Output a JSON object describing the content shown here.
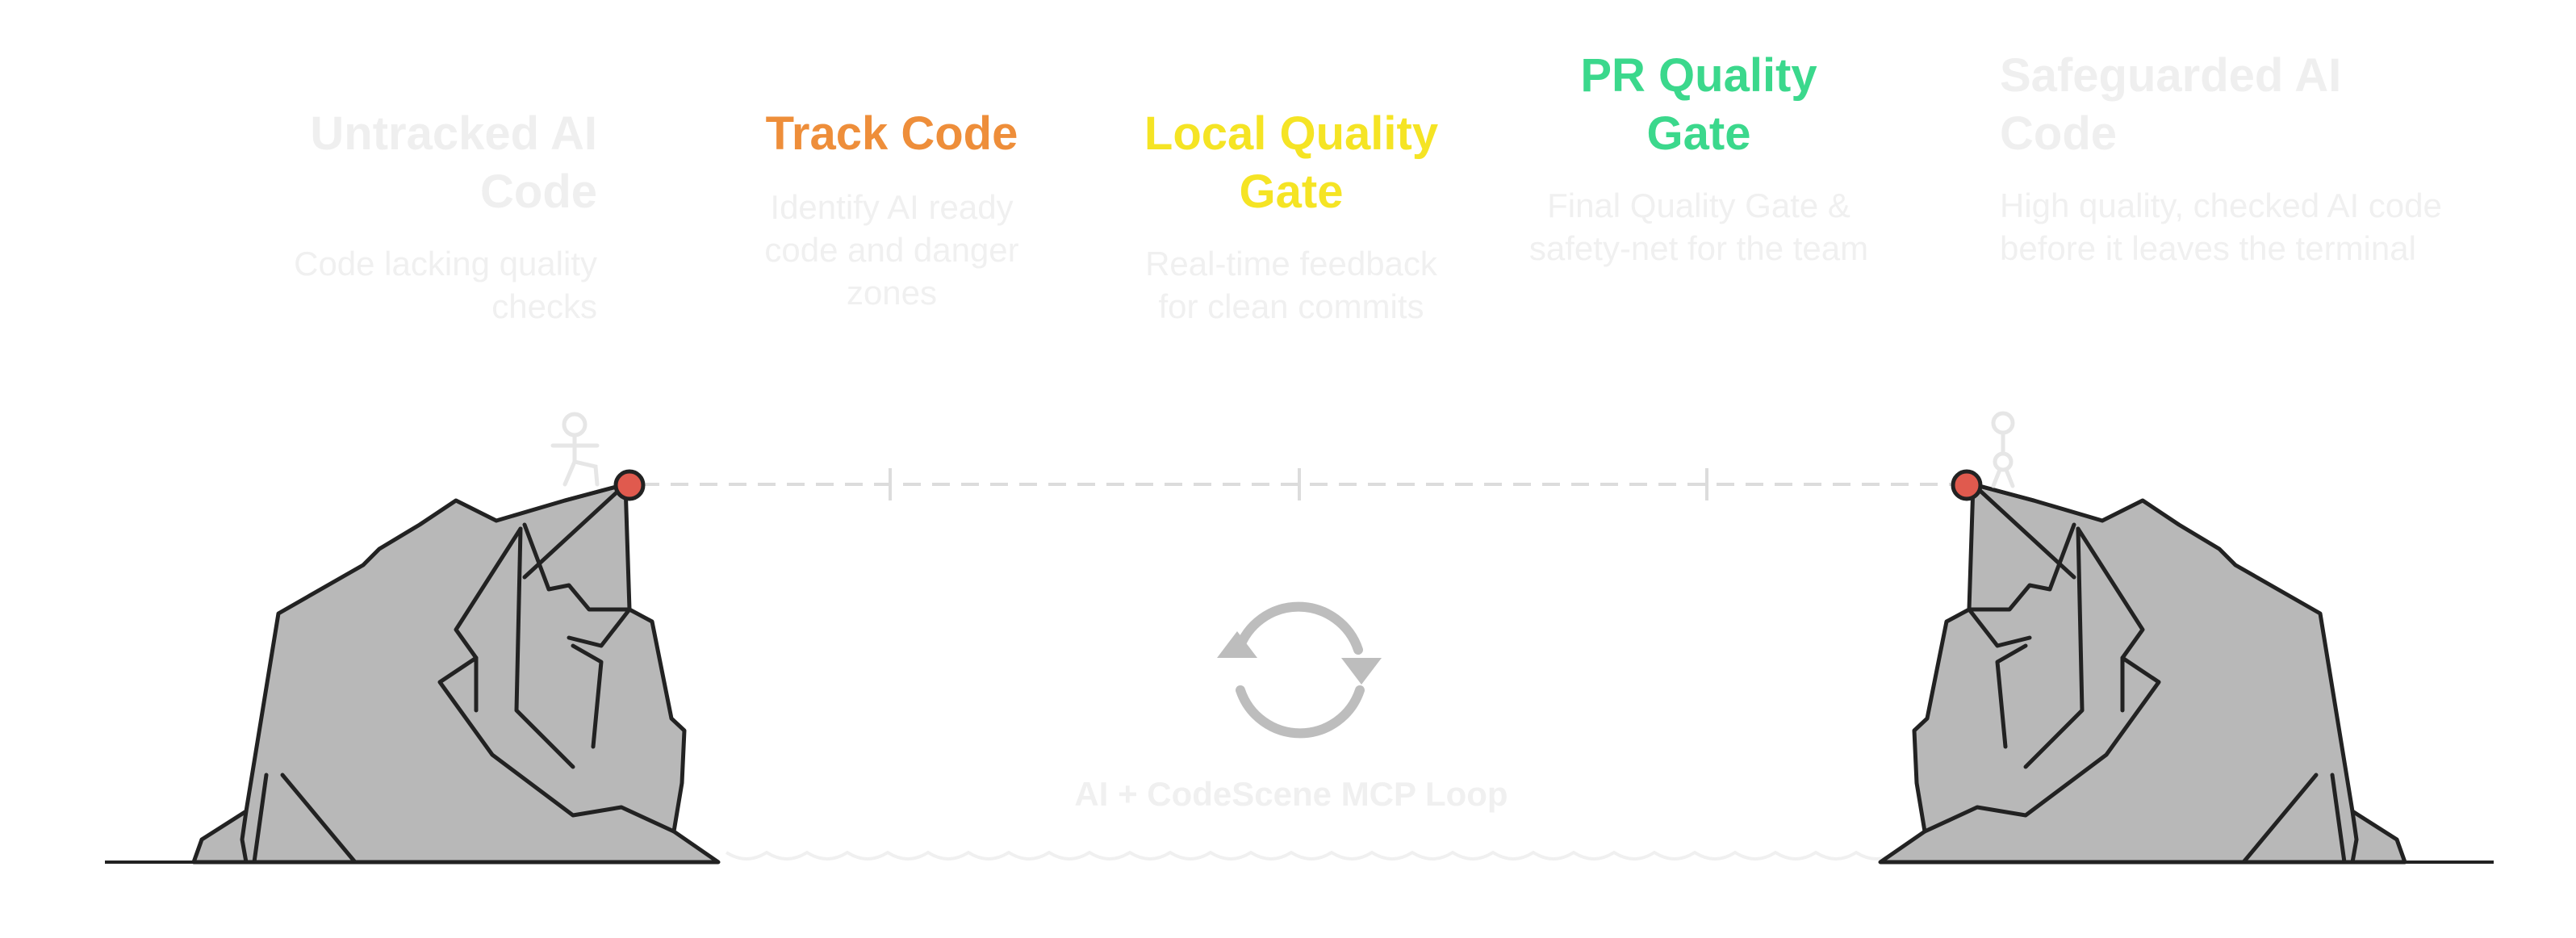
{
  "stages": [
    {
      "title": "Untracked AI Code",
      "description": "Code lacking quality checks",
      "color": "#efefef"
    },
    {
      "title": "Track Code",
      "description": "Identify AI ready code and danger zones",
      "color": "#ee8e3a"
    },
    {
      "title": "Local Quality Gate",
      "description": "Real-time feedback for clean commits",
      "color": "#f5e424"
    },
    {
      "title": "PR Quality Gate",
      "description": "Final Quality Gate & safety-net for the team",
      "color": "#3bd88c"
    },
    {
      "title": "Safeguarded AI Code",
      "description": "High quality, checked AI code before it leaves the terminal",
      "color": "#efefef"
    }
  ],
  "loop": {
    "label": "AI + CodeScene MCP Loop",
    "icon": "refresh-cycle-icon"
  },
  "colors": {
    "rock_fill": "#b8b8b8",
    "outline": "#222222",
    "anchor_point": "#e05a4e",
    "path_line": "#dcdcdc",
    "loop_icon": "#bdbdbd",
    "faded_text": "#efefef"
  }
}
